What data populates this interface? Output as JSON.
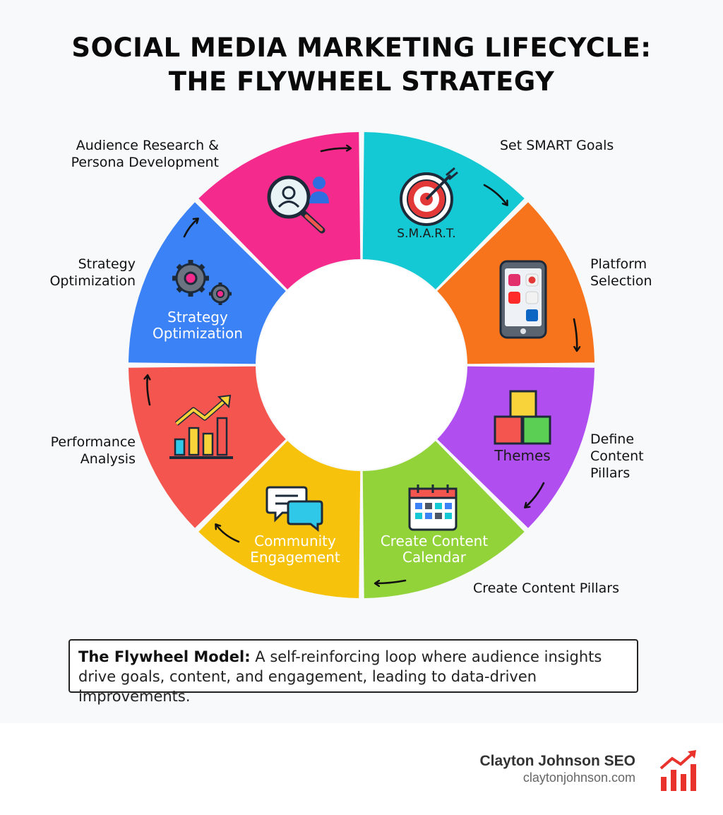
{
  "title": {
    "line1": "SOCIAL MEDIA MARKETING LIFECYCLE:",
    "line2": "THE FLYWHEEL STRATEGY"
  },
  "segments": [
    {
      "id": "audience",
      "color": "#14c9d3",
      "icon": "audience-search-icon",
      "inner_lines": []
    },
    {
      "id": "goals",
      "color": "#f7731c",
      "icon": "target-icon",
      "inner_lines": [
        "S.M.A.R.T."
      ]
    },
    {
      "id": "platform",
      "color": "#b14ef0",
      "icon": "smartphone-icon",
      "inner_lines": []
    },
    {
      "id": "pillars",
      "color": "#92d33a",
      "icon": "cubes-icon",
      "inner_lines": [
        "Themes"
      ]
    },
    {
      "id": "calendar",
      "color": "#f7c20c",
      "icon": "calendar-icon",
      "inner_lines": [
        "Create Content",
        "Calendar"
      ]
    },
    {
      "id": "engagement",
      "color": "#f4554f",
      "icon": "chat-bubbles-icon",
      "inner_lines": [
        "Community",
        "Engagement"
      ]
    },
    {
      "id": "analysis",
      "color": "#3b82f6",
      "icon": "bar-chart-icon",
      "inner_lines": []
    },
    {
      "id": "optimization",
      "color": "#f52a8d",
      "icon": "gears-icon",
      "inner_lines": [
        "Strategy",
        "Optimization"
      ]
    }
  ],
  "external_labels": {
    "audience": [
      "Audience Research &",
      "Persona Development"
    ],
    "goals": [
      "Set SMART Goals"
    ],
    "platform": [
      "Platform",
      "Selection"
    ],
    "pillars": [
      "Define",
      "Content",
      "Pillars"
    ],
    "calendar": [
      "Create Content Pillars"
    ],
    "analysis": [
      "Performance",
      "Analysis"
    ],
    "optimization": [
      "Strategy",
      "Optimization"
    ]
  },
  "note": {
    "bold": "The Flywheel Model:",
    "text": " A self-reinforcing loop where audience insights drive goals, content, and engagement, leading to data-driven improvements."
  },
  "brand": {
    "name": "Clayton Johnson SEO",
    "url": "claytonjohnson.com",
    "accent": "#e8322b"
  }
}
